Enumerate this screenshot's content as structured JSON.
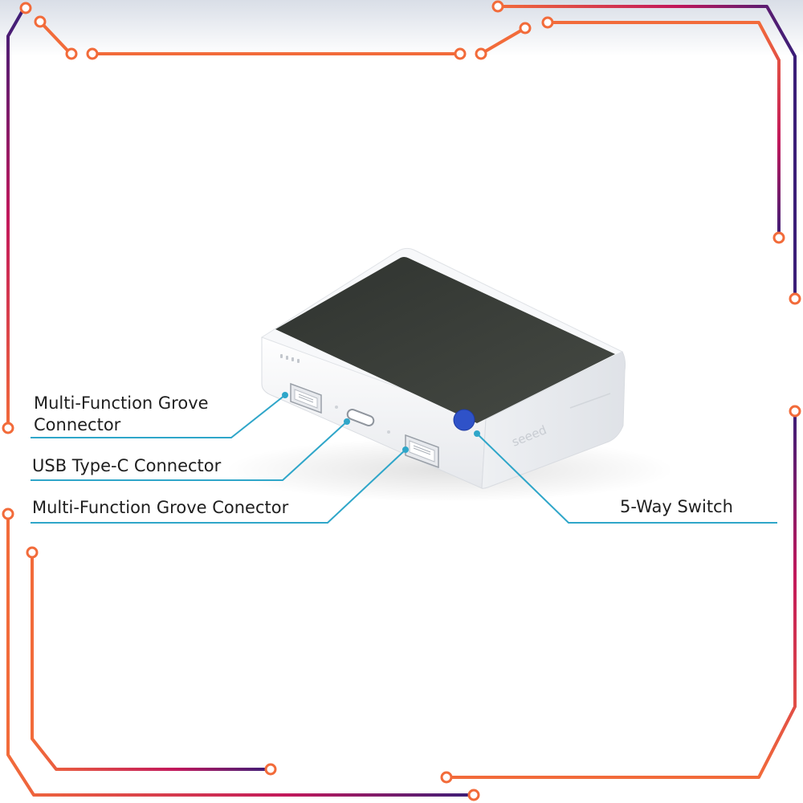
{
  "labels": {
    "grove_connector_left_line1": "Multi-Function Grove",
    "grove_connector_left_line2": "Connector",
    "usb_type_c": "USB Type-C Connector",
    "grove_connector_right": "Multi-Function Grove Conector",
    "five_way_switch": "5-Way Switch"
  },
  "device_brand_mark": "seeed",
  "colors": {
    "callout_line": "#2fa6c9",
    "frame_orange": "#f26b3a",
    "frame_magenta": "#c2185b",
    "frame_purple": "#3b1e78",
    "device_body": "#f4f5f7",
    "device_screen": "#3c3f3a",
    "switch_button": "#2f52c8"
  }
}
